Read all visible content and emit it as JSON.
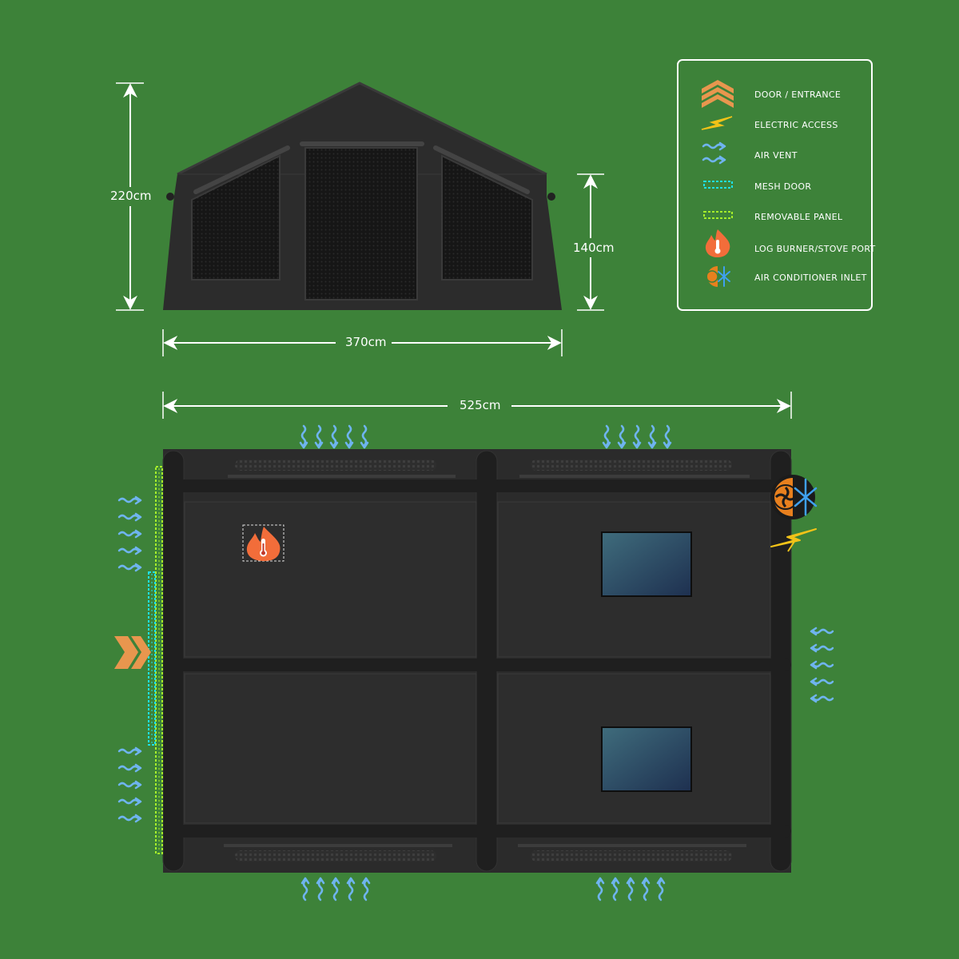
{
  "dimensions": {
    "height_total": "220cm",
    "height_wall": "140cm",
    "width_front": "370cm",
    "length_plan": "525cm"
  },
  "legend": {
    "items": [
      {
        "icon": "door-entrance-icon",
        "label": "DOOR / ENTRANCE",
        "color": "#e8964e"
      },
      {
        "icon": "electric-access-icon",
        "label": "ELECTRIC ACCESS",
        "color": "#f2c318"
      },
      {
        "icon": "air-vent-icon",
        "label": "AIR VENT",
        "color": "#6fb4ef"
      },
      {
        "icon": "mesh-door-icon",
        "label": "MESH DOOR",
        "color": "#1ee0e8"
      },
      {
        "icon": "removable-panel-icon",
        "label": "REMOVABLE PANEL",
        "color": "#a6ee2a"
      },
      {
        "icon": "log-burner-icon",
        "label": "LOG BURNER/STOVE PORT",
        "color": "#f26d3a"
      },
      {
        "icon": "air-conditioner-icon",
        "label": "AIR CONDITIONER INLET",
        "color": "#e8801e"
      }
    ]
  }
}
